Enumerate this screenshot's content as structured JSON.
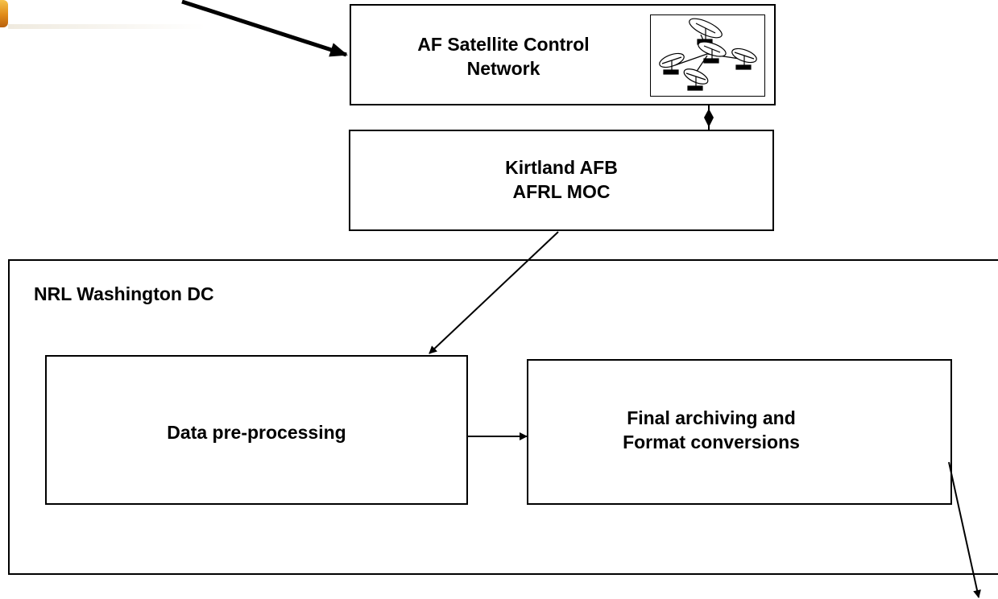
{
  "nodes": {
    "af_network": {
      "label": "AF Satellite Control\nNetwork"
    },
    "kirtland": {
      "label": "Kirtland AFB\nAFRL MOC"
    },
    "nrl": {
      "label": "NRL Washington DC"
    },
    "preprocessing": {
      "label": "Data pre-processing"
    },
    "archiving": {
      "label": "Final archiving and\nFormat conversions"
    }
  },
  "icons": {
    "ground_stations": "satellite-dish-icon",
    "logo": "logo-icon"
  },
  "colors": {
    "stroke": "#000000",
    "background": "#ffffff"
  }
}
